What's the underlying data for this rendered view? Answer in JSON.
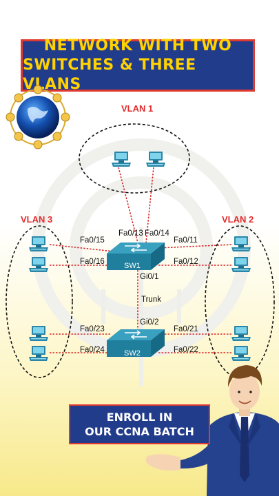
{
  "title": {
    "line1": "NETWORK WITH TWO",
    "line2": "SWITCHES & THREE VLANS"
  },
  "cta": {
    "line1": "ENROLL IN",
    "line2": "OUR CCNA BATCH"
  },
  "vlans": {
    "vlan1": "VLAN 1",
    "vlan2": "VLAN 2",
    "vlan3": "VLAN 3"
  },
  "switches": {
    "sw1": "SW1",
    "sw2": "SW2"
  },
  "ports": {
    "sw1_fa013": "Fa0/13",
    "sw1_fa014": "Fa0/14",
    "sw1_fa015": "Fa0/15",
    "sw1_fa016": "Fa0/16",
    "sw1_fa011": "Fa0/11",
    "sw1_fa012": "Fa0/12",
    "sw1_gi01": "Gi0/1",
    "sw2_gi02": "Gi0/2",
    "sw2_fa023": "Fa0/23",
    "sw2_fa024": "Fa0/24",
    "sw2_fa021": "Fa0/21",
    "sw2_fa022": "Fa0/22"
  },
  "trunk_label": "Trunk",
  "colors": {
    "navy": "#223c8c",
    "yellow": "#ffd200",
    "red": "#e32b2b",
    "switch": "#1f7f9c",
    "pc": "#2a86a8"
  },
  "icons": [
    "globe-network-icon",
    "switch-icon",
    "pc-icon",
    "presenter-person"
  ]
}
